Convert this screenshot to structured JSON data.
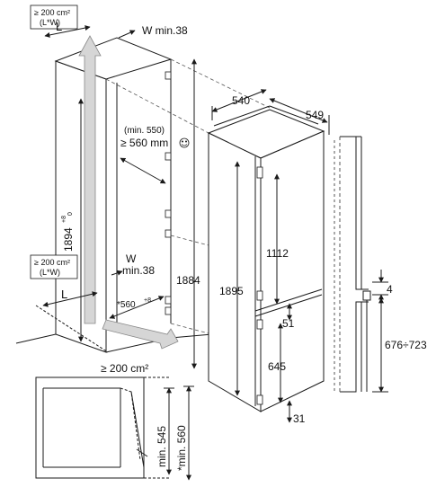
{
  "colors": {
    "line": "#1a1a1a",
    "dash": "#555555",
    "arrow_fill": "#d6d6d6",
    "background": "#ffffff"
  },
  "labels": {
    "area_top_line1": "≥ 200 cm²",
    "area_top_line2": "(L*W)",
    "area_mid_line1": "≥ 200 cm²",
    "area_mid_line2": "(L*W)",
    "w_min_top": "W min.38",
    "l_top": "L",
    "l_mid": "L",
    "w_mid_line1": "W",
    "w_mid_line2": "min.38",
    "depth_min_note": "(min. 550)",
    "depth_pref": "≥ 560 mm",
    "niche_height": "1894",
    "niche_height_tol_plus": "+8",
    "niche_height_tol_zero": "0",
    "star_560": "*560",
    "star_560_sup": "+8",
    "bottom_vent": "≥ 200 cm²",
    "height_1884": "1884",
    "height_1895": "1895",
    "width_540": "540",
    "depth_549": "549",
    "dim_1112": "1112",
    "dim_51": "51",
    "dim_645": "645",
    "dim_31": "31",
    "dim_4": "4",
    "dim_676_723": "676÷723",
    "min_545": "min. 545",
    "star_min_560": "*min. 560"
  },
  "icons": {
    "smiley": "smiley-icon",
    "vent_arrow": "airflow-arrow-icon"
  }
}
